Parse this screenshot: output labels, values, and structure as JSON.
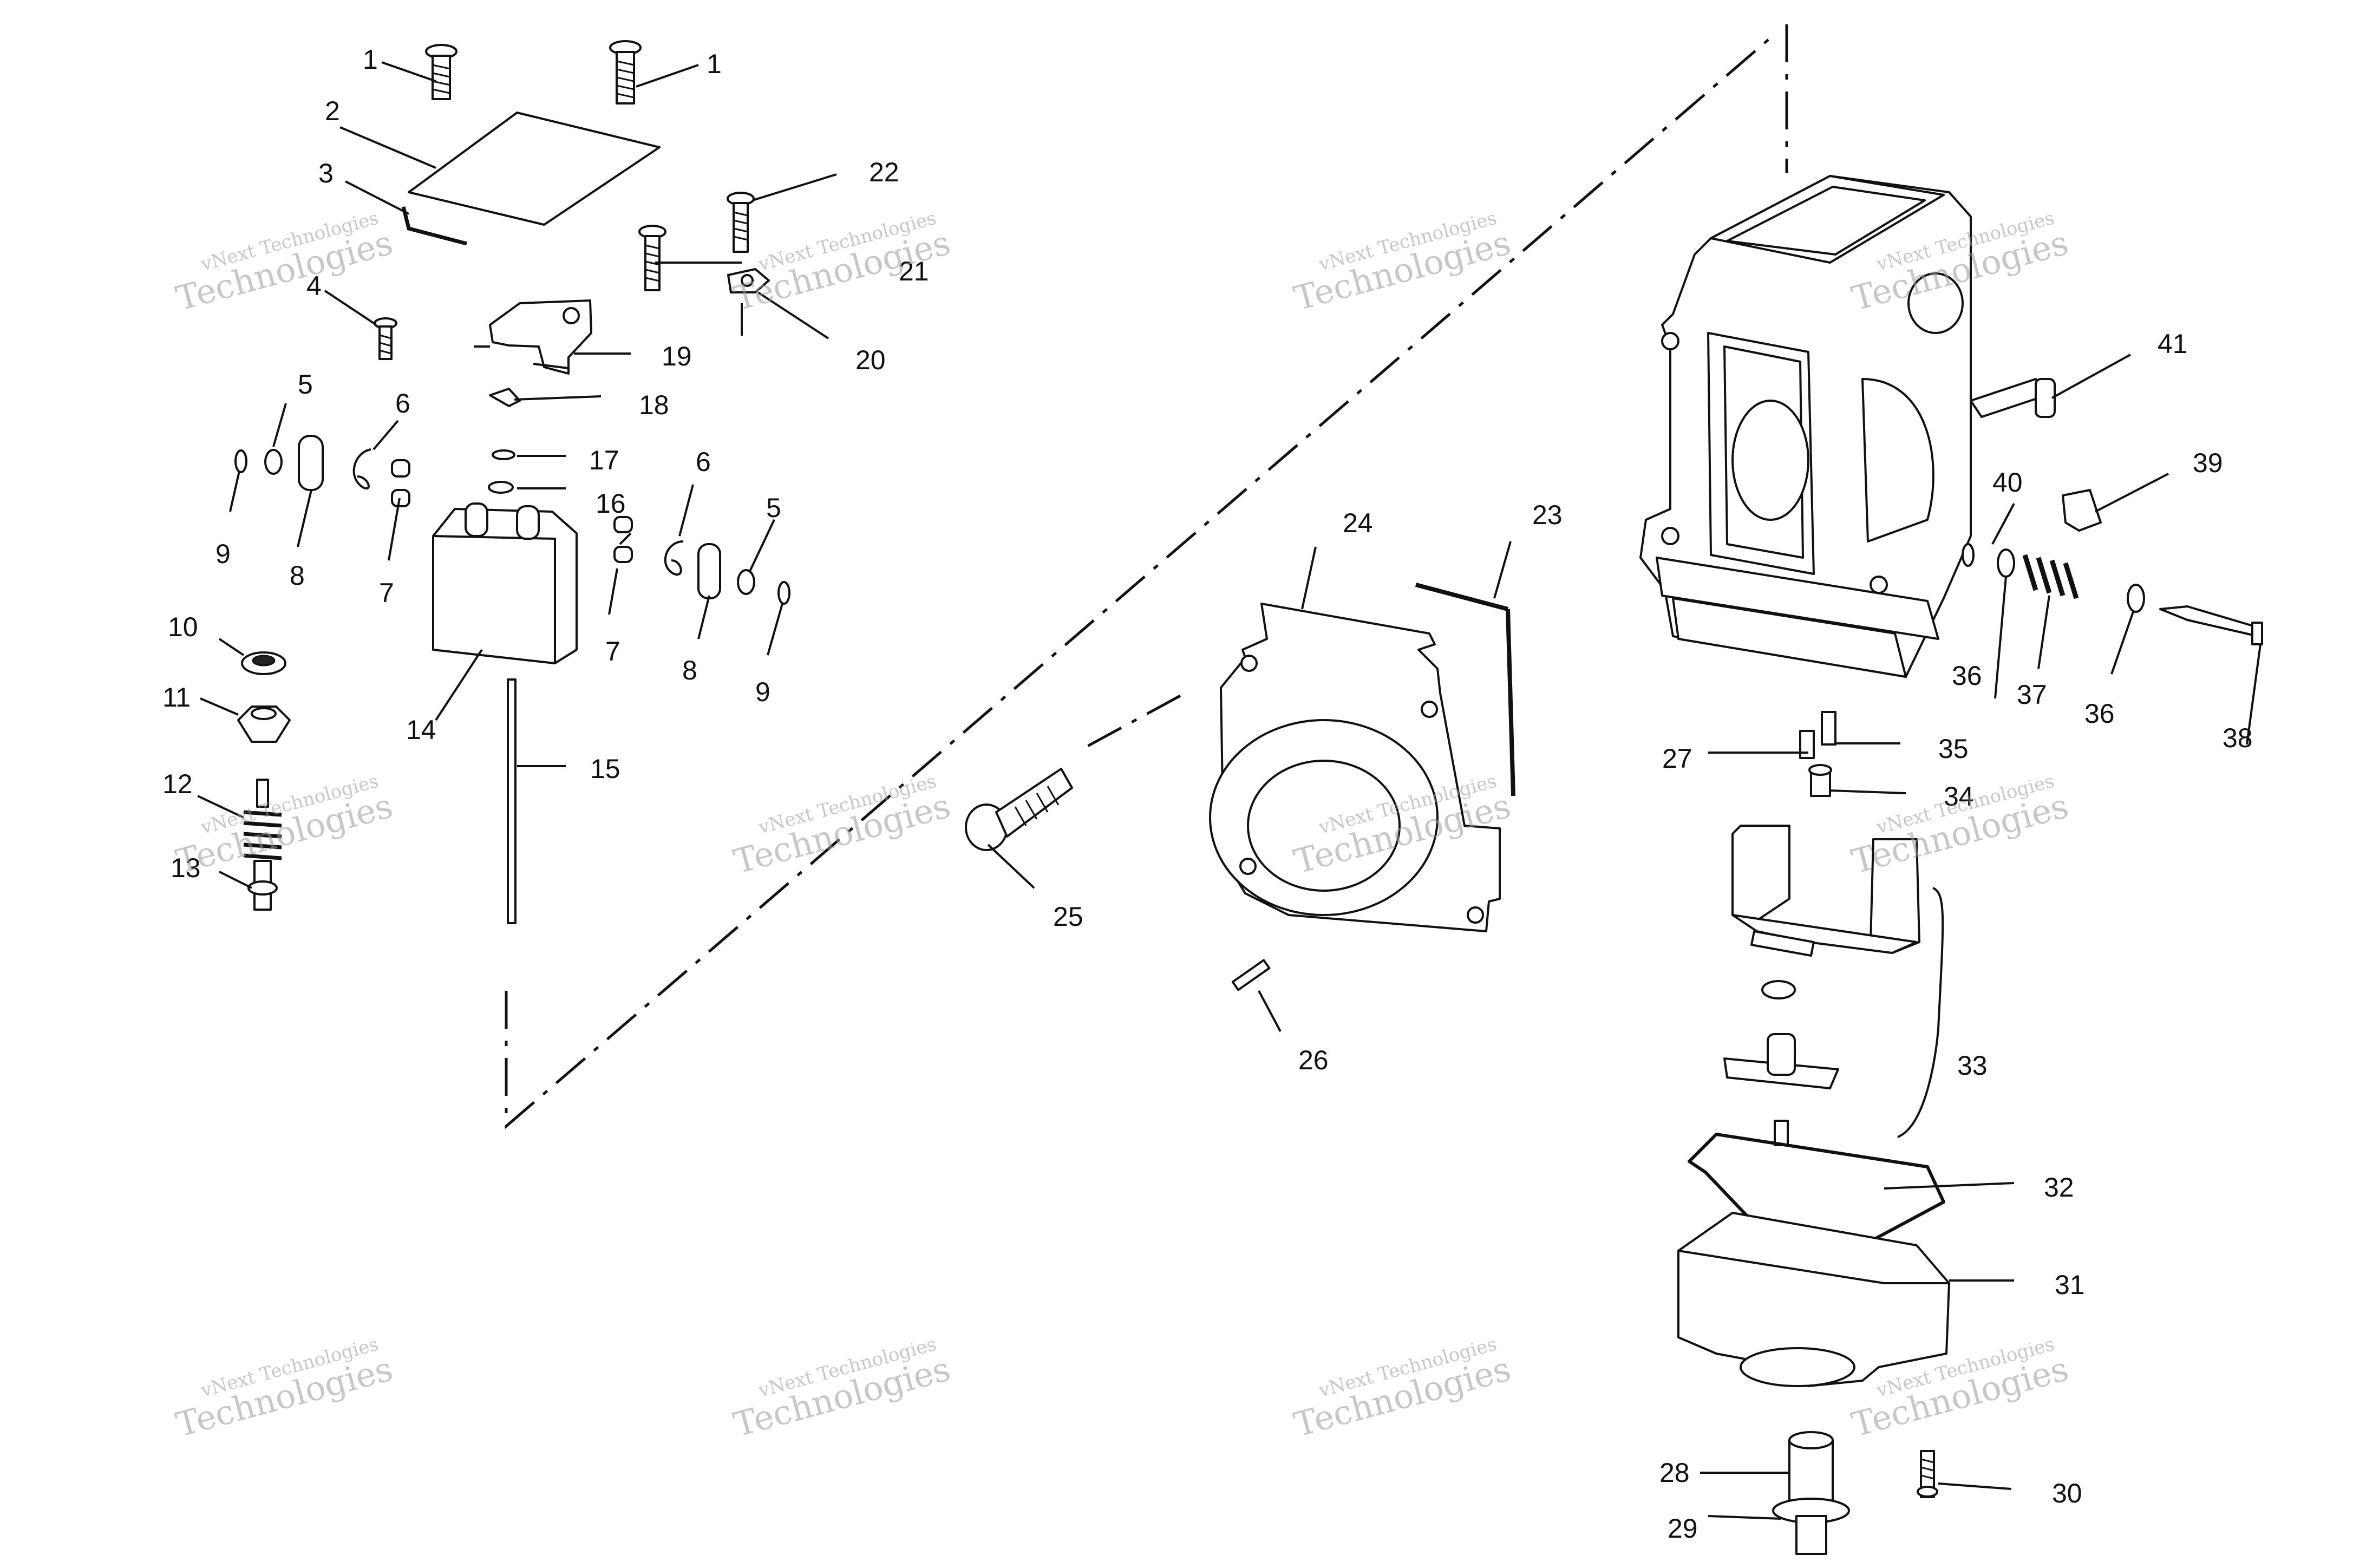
{
  "diagram": {
    "type": "exploded-parts-view",
    "callouts": [
      {
        "id": "c1a",
        "label": "1"
      },
      {
        "id": "c1b",
        "label": "1"
      },
      {
        "id": "c2",
        "label": "2"
      },
      {
        "id": "c3",
        "label": "3"
      },
      {
        "id": "c4",
        "label": "4"
      },
      {
        "id": "c5a",
        "label": "5"
      },
      {
        "id": "c6a",
        "label": "6"
      },
      {
        "id": "c9a",
        "label": "9"
      },
      {
        "id": "c8a",
        "label": "8"
      },
      {
        "id": "c7a",
        "label": "7"
      },
      {
        "id": "c10",
        "label": "10"
      },
      {
        "id": "c11",
        "label": "11"
      },
      {
        "id": "c12",
        "label": "12"
      },
      {
        "id": "c13",
        "label": "13"
      },
      {
        "id": "c14",
        "label": "14"
      },
      {
        "id": "c15",
        "label": "15"
      },
      {
        "id": "c16",
        "label": "16"
      },
      {
        "id": "c17",
        "label": "17"
      },
      {
        "id": "c18",
        "label": "18"
      },
      {
        "id": "c19",
        "label": "19"
      },
      {
        "id": "c20",
        "label": "20"
      },
      {
        "id": "c21",
        "label": "21"
      },
      {
        "id": "c22",
        "label": "22"
      },
      {
        "id": "c6b",
        "label": "6"
      },
      {
        "id": "c5b",
        "label": "5"
      },
      {
        "id": "c7b",
        "label": "7"
      },
      {
        "id": "c8b",
        "label": "8"
      },
      {
        "id": "c9b",
        "label": "9"
      },
      {
        "id": "c23",
        "label": "23"
      },
      {
        "id": "c24",
        "label": "24"
      },
      {
        "id": "c25",
        "label": "25"
      },
      {
        "id": "c26",
        "label": "26"
      },
      {
        "id": "c27",
        "label": "27"
      },
      {
        "id": "c28",
        "label": "28"
      },
      {
        "id": "c29",
        "label": "29"
      },
      {
        "id": "c30",
        "label": "30"
      },
      {
        "id": "c31",
        "label": "31"
      },
      {
        "id": "c32",
        "label": "32"
      },
      {
        "id": "c33",
        "label": "33"
      },
      {
        "id": "c34",
        "label": "34"
      },
      {
        "id": "c35",
        "label": "35"
      },
      {
        "id": "c36a",
        "label": "36"
      },
      {
        "id": "c36b",
        "label": "36"
      },
      {
        "id": "c37",
        "label": "37"
      },
      {
        "id": "c38",
        "label": "38"
      },
      {
        "id": "c39",
        "label": "39"
      },
      {
        "id": "c40",
        "label": "40"
      },
      {
        "id": "c41",
        "label": "41"
      }
    ]
  },
  "watermark": {
    "line1": "vNext Technologies",
    "line2": "Technologies",
    "color": "#9a9a9a"
  }
}
